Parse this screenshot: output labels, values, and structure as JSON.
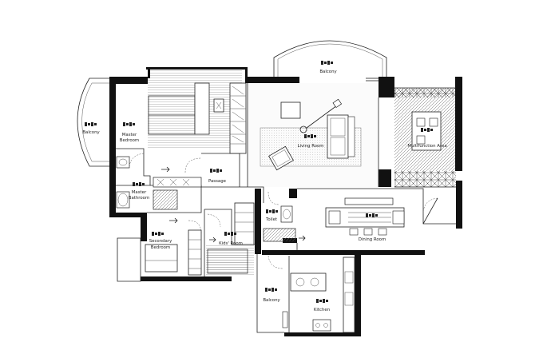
{
  "rooms": {
    "balcony_top": "Balcony",
    "balcony_left": "Balcony",
    "balcony_bottom": "Balcony",
    "master_bedroom": [
      "Master",
      "Bedroom"
    ],
    "master_bathroom": [
      "Master",
      "Bathroom"
    ],
    "passage": "Passage",
    "living_room": "Living Room",
    "multifunction_area": "Multifunction Area",
    "toilet": "Toilet",
    "dining_room": "Dining Room",
    "secondary_bedroom": [
      "Secondary",
      "Bedroom"
    ],
    "kids_room": "Kids' Room",
    "kitchen": "Kitchen"
  }
}
